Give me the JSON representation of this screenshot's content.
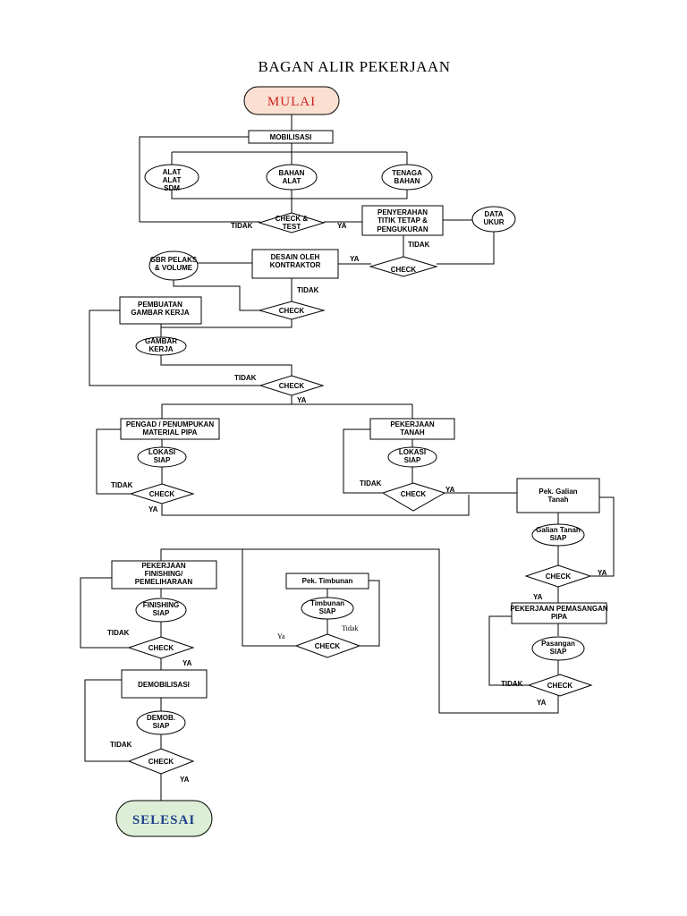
{
  "title": "BAGAN ALIR PEKERJAAN",
  "colors": {
    "start_fill": "#fbe0d2",
    "start_text": "#d0211f",
    "end_fill": "#dcefd6",
    "end_text": "#1f3f8a",
    "line": "#000000"
  },
  "nodes": {
    "mulai": "MULAI",
    "mobilisasi": "MOBILISASI",
    "alat_sdm": [
      "ALAT",
      "ALAT",
      "SDM"
    ],
    "bahan_alat": [
      "BAHAN",
      "ALAT"
    ],
    "tenaga_bahan": [
      "TENAGA",
      "BAHAN"
    ],
    "check_test": [
      "CHECK &",
      "TEST"
    ],
    "penyerahan": [
      "PENYERAHAN",
      "TITIK TETAP &",
      "PENGUKURAN"
    ],
    "data_ukur": [
      "DATA",
      "UKUR"
    ],
    "check_2": "CHECK",
    "desain": [
      "DESAIN OLEH",
      "KONTRAKTOR"
    ],
    "gbr_pelaks": [
      "GBR PELAKS",
      "& VOLUME"
    ],
    "check_3": "CHECK",
    "pembuatan_gambar": [
      "PEMBUATAN",
      "GAMBAR KERJA"
    ],
    "gambar_kerja": [
      "GAMBAR",
      "KERJA"
    ],
    "check_4": "CHECK",
    "pengadaan": [
      "PENGAD / PENUMPUKAN",
      "MATERIAL PIPA"
    ],
    "lokasi_siap_1": [
      "LOKASI",
      "SIAP"
    ],
    "check_5": "CHECK",
    "pekerjaan_tanah": [
      "PEKERJAAN",
      "TANAH"
    ],
    "lokasi_siap_2": [
      "LOKASI",
      "SIAP"
    ],
    "check_6": "CHECK",
    "galian_tanah": [
      "Pek. Galian",
      "Tanah"
    ],
    "galian_siap": [
      "Galian Tanah",
      "SIAP"
    ],
    "check_7": "CHECK",
    "pemasangan": [
      "PEKERJAAN PEMASANGAN",
      "PIPA"
    ],
    "pasangan_siap": [
      "Pasangan",
      "SIAP"
    ],
    "check_8": "CHECK",
    "timbunan": "Pek. Timbunan",
    "timbunan_siap": [
      "Timbunan",
      "SIAP"
    ],
    "check_9": "CHECK",
    "finishing": [
      "PEKERJAAN",
      "FINISHING/",
      "PEMELIHARAAN"
    ],
    "finishing_siap": [
      "FINISHING",
      "SIAP"
    ],
    "check_10": "CHECK",
    "demobilisasi": "DEMOBILISASI",
    "demob_siap": [
      "DEMOB.",
      "SIAP"
    ],
    "check_11": "CHECK",
    "selesai": "SELESAI"
  },
  "edge_labels": {
    "tidak_1": "TIDAK",
    "ya_1": "YA",
    "tidak_2": "TIDAK",
    "ya_2": "YA",
    "tidak_3": "TIDAK",
    "tidak_4": "TIDAK",
    "ya_4": "YA",
    "tidak_5": "TIDAK",
    "ya_5": "YA",
    "tidak_6": "TIDAK",
    "ya_6": "YA",
    "ya_7": "YA",
    "ya_7b": "YA",
    "tidak_8": "TIDAK",
    "ya_8": "YA",
    "tidak_9": "Tidak",
    "ya_9": "Ya",
    "tidak_10": "TIDAK",
    "ya_10": "YA",
    "tidak_11": "TIDAK",
    "ya_11": "YA"
  }
}
